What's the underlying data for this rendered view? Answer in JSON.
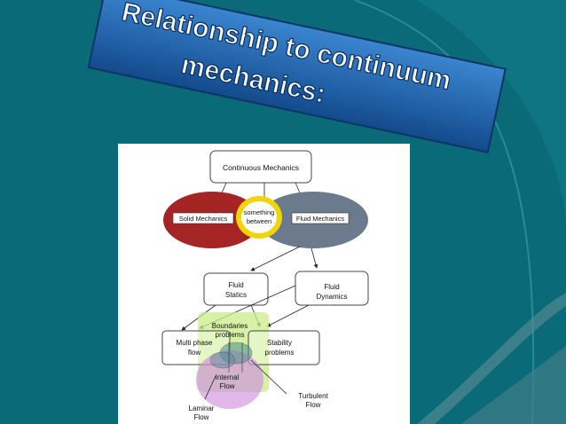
{
  "slide": {
    "title_line1": "Relationship to continuum",
    "title_line2": "mechanics:"
  },
  "diagram": {
    "continuous_mechanics": "Continuous Mechanics",
    "solid_mechanics": "Solid Mechanics",
    "something_between_1": "something",
    "something_between_2": "between",
    "fluid_mechanics": "Fluid Mechanics",
    "fluid_statics_1": "Fluid",
    "fluid_statics_2": "Statics",
    "fluid_dynamics_1": "Fluid",
    "fluid_dynamics_2": "Dynamics",
    "boundaries_1": "Boundaries",
    "boundaries_2": "problems",
    "multiphase_1": "Multi phase",
    "multiphase_2": "flow",
    "stability_1": "Stability",
    "stability_2": "problems",
    "internal_1": "Internal",
    "internal_2": "Flow",
    "turbulent_1": "Turbulent",
    "turbulent_2": "Flow",
    "laminar_1": "Laminar",
    "laminar_2": "Flow"
  },
  "colors": {
    "background": "#0b6a78",
    "banner": "#1f5fa8",
    "solid": "#a52525",
    "fluid": "#6b7a8c",
    "between": "#f2d40a"
  }
}
